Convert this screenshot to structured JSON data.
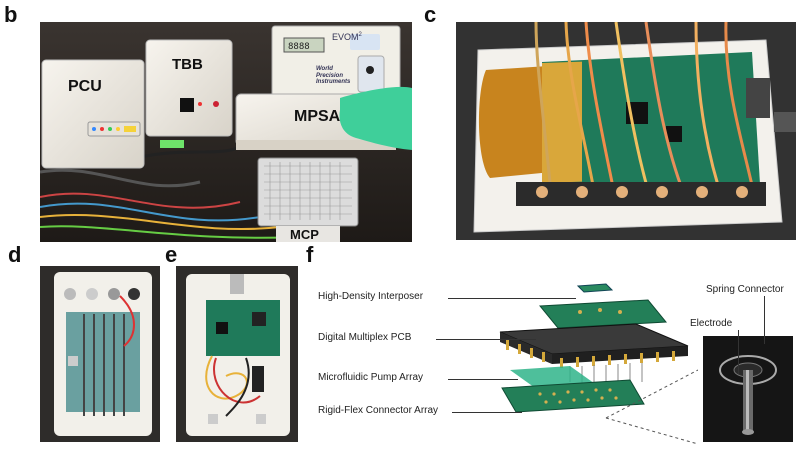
{
  "panels": {
    "b": "b",
    "c": "c",
    "d": "d",
    "e": "e",
    "f": "f"
  },
  "b_labels": {
    "pcu": "PCU",
    "tbb": "TBB",
    "mpsa": "MPSA",
    "mcp": "MCP",
    "evom_brand": "EVOM",
    "evom_sup": "2",
    "evom_maker": "World Precision Instruments"
  },
  "f_labels": {
    "interposer": "High-Density Interposer",
    "pcb": "Digital Multiplex PCB",
    "pump": "Microfluidic Pump Array",
    "rigidflex": "Rigid-Flex Connector Array",
    "spring": "Spring Connector",
    "electrode": "Electrode"
  },
  "colors": {
    "glove": "#3fcf9a",
    "pcb_green": "#1f7a5a",
    "kapton": "#c8841e",
    "enclosure": "#f3f1ec"
  }
}
